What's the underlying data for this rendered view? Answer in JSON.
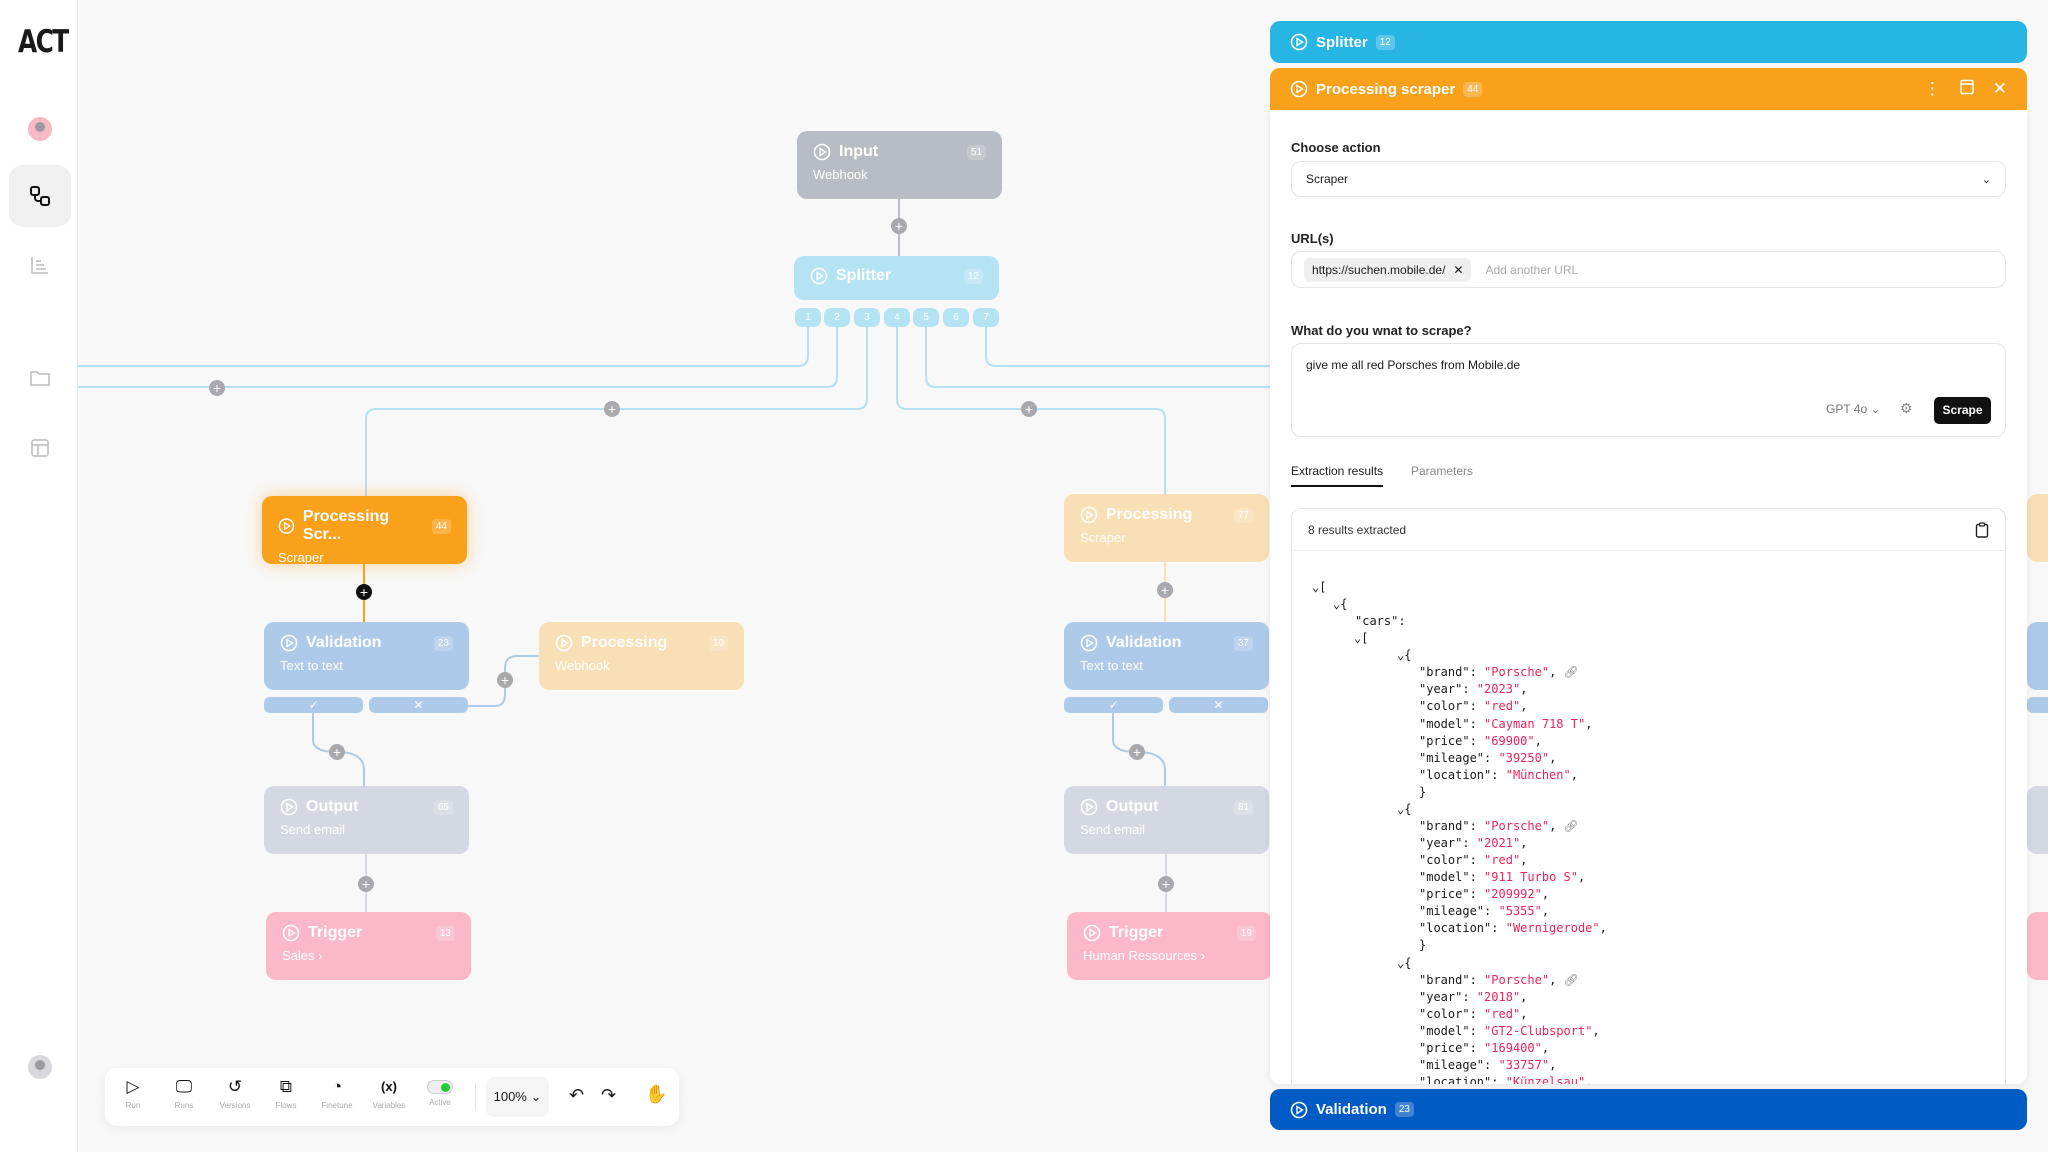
{
  "app": {
    "logo": "ACT"
  },
  "sidebar": {
    "items": [
      {
        "name": "profile"
      },
      {
        "name": "flows",
        "active": true
      },
      {
        "name": "logs"
      },
      {
        "name": "files"
      },
      {
        "name": "tables"
      }
    ]
  },
  "canvas": {
    "nodes": [
      {
        "id": "input",
        "title": "Input",
        "badge": "51",
        "subtitle": "Webhook",
        "color": "#b8bcc4"
      },
      {
        "id": "splitter",
        "title": "Splitter",
        "badge": "12",
        "subtitle": "",
        "color": "#b4e4f4"
      },
      {
        "id": "proc-scr",
        "title": "Processing Scr...",
        "badge": "44",
        "subtitle": "Scraper",
        "color": "#f9a11b"
      },
      {
        "id": "valid-l",
        "title": "Validation",
        "badge": "23",
        "subtitle": "Text to text",
        "color": "#aecaea"
      },
      {
        "id": "proc-web",
        "title": "Processing",
        "badge": "10",
        "subtitle": "Webhook",
        "color": "#f9dfb5"
      },
      {
        "id": "out-l",
        "title": "Output",
        "badge": "65",
        "subtitle": "Send email",
        "color": "#d3d8e3"
      },
      {
        "id": "trig-l",
        "title": "Trigger",
        "badge": "13",
        "subtitle": "Sales ›",
        "color": "#fbb8c8"
      },
      {
        "id": "proc-r",
        "title": "Processing",
        "badge": "77",
        "subtitle": "Scraper",
        "color": "#f9dfb5"
      },
      {
        "id": "valid-r",
        "title": "Validation",
        "badge": "37",
        "subtitle": "Text to text",
        "color": "#aecaea"
      },
      {
        "id": "out-r",
        "title": "Output",
        "badge": "81",
        "subtitle": "Send email",
        "color": "#d3d8e3"
      },
      {
        "id": "trig-r",
        "title": "Trigger",
        "badge": "19",
        "subtitle": "Human Ressources ›",
        "color": "#fbb8c8"
      }
    ],
    "splitter_ports": [
      "1",
      "2",
      "3",
      "4",
      "5",
      "6",
      "7"
    ],
    "validation_outcomes": {
      "pass": "✓",
      "fail": "✕"
    }
  },
  "panel": {
    "stack": [
      {
        "title": "Splitter",
        "badge": "12",
        "color": "#27b5e4"
      }
    ],
    "active": {
      "title": "Processing scraper",
      "badge": "44",
      "color": "#f9a11b"
    },
    "next": {
      "title": "Validation",
      "badge": "23",
      "color": "#005bc4"
    },
    "choose_action_label": "Choose action",
    "action_value": "Scraper",
    "urls_label": "URL(s)",
    "urls": [
      "https://suchen.mobile.de/"
    ],
    "url_placeholder": "Add another URL",
    "prompt_label": "What do you wnat to scrape?",
    "prompt_value": "give me all red Porsches from Mobile.de",
    "model": "GPT 4o",
    "scrape_button": "Scrape",
    "tabs": [
      {
        "label": "Extraction results",
        "active": true
      },
      {
        "label": "Parameters",
        "active": false
      }
    ],
    "results_count": "8  results extracted",
    "results_root_key": "cars",
    "results": [
      {
        "brand": "Porsche",
        "year": "2023",
        "color": "red",
        "model": "Cayman 718 T",
        "price": "69900",
        "mileage": "39250",
        "location": "München"
      },
      {
        "brand": "Porsche",
        "year": "2021",
        "color": "red",
        "model": "911 Turbo S",
        "price": "209992",
        "mileage": "5355",
        "location": "Wernigerode"
      },
      {
        "brand": "Porsche",
        "year": "2018",
        "color": "red",
        "model": "GT2-Clubsport",
        "price": "169400",
        "mileage": "33757",
        "location": "Künzelsau"
      }
    ]
  },
  "toolbar": {
    "items": [
      {
        "label": "Run",
        "icon": "play-icon"
      },
      {
        "label": "Runs",
        "icon": "monitor-icon"
      },
      {
        "label": "Versions",
        "icon": "history-icon"
      },
      {
        "label": "Flows",
        "icon": "flows-icon"
      },
      {
        "label": "Finetune",
        "icon": "gauge-icon"
      },
      {
        "label": "Variables",
        "icon": "variables-icon"
      },
      {
        "label": "Active",
        "icon": "toggle-icon",
        "on": true
      }
    ],
    "zoom": "100%"
  }
}
